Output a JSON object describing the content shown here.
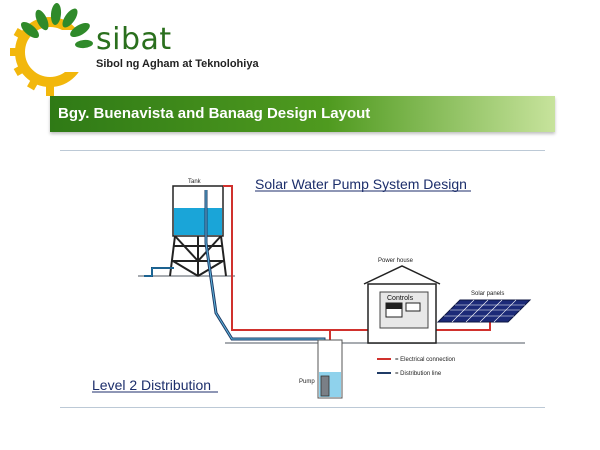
{
  "header": {
    "brand_name": "sibat",
    "tagline": "Sibol ng Agham at Teknolohiya",
    "banner_title": "Bgy. Buenavista and Banaag Design Layout"
  },
  "diagram": {
    "title": "Solar Water Pump System Design",
    "subtitle": "Level 2 Distribution",
    "labels": {
      "tank": "Tank",
      "power_house": "Power house",
      "controls": "Controls",
      "solar_panels": "Solar panels",
      "pump": "Pump"
    },
    "legend": [
      {
        "label": "= Electrical connection",
        "color": "#d0312d"
      },
      {
        "label": "= Distribution line",
        "color": "#1f3b66"
      }
    ]
  },
  "colors": {
    "brand_green": "#2a6f1d",
    "banner_green": "#3d8a1b",
    "logo_yellow": "#f2b70c",
    "title_blue": "#1c2e6b",
    "water": "#1aa5d8",
    "electrical": "#d0312d",
    "distribution": "#1f3b66"
  }
}
